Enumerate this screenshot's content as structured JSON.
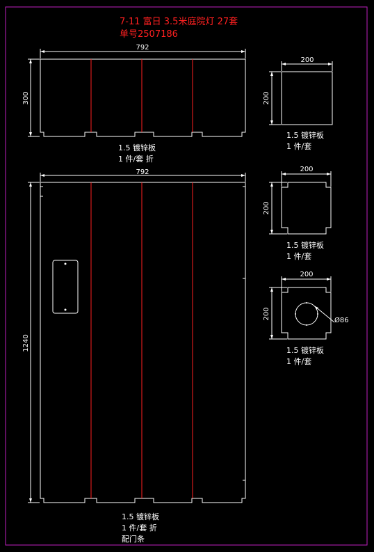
{
  "header": {
    "title": "7-11 富日 3.5米庭院灯 27套",
    "order": "单号2507186"
  },
  "colors": {
    "background": "#000000",
    "frame": "#c020c0",
    "outline": "#ffffff",
    "fold_line": "#ff2020",
    "title": "#ff2020"
  },
  "panels": {
    "top_panel": {
      "width_dim": "792",
      "height_dim": "300",
      "note_material": "1.5 镀锌板",
      "note_qty": "1 件/套 折"
    },
    "door_panel": {
      "width_dim": "792",
      "height_dim": "1240",
      "note_material": "1.5 镀锌板",
      "note_qty": "1 件/套 折",
      "note_extra": "配门条"
    },
    "square_plain": {
      "width_dim": "200",
      "height_dim": "200",
      "note_material": "1.5 镀锌板",
      "note_qty": "1 件/套"
    },
    "square_notched": {
      "width_dim": "200",
      "height_dim": "200",
      "note_material": "1.5 镀锌板",
      "note_qty": "1 件/套"
    },
    "square_hole": {
      "width_dim": "200",
      "height_dim": "200",
      "hole_dim": "Ø86",
      "note_material": "1.5 镀锌板",
      "note_qty": "1 件/套"
    }
  }
}
